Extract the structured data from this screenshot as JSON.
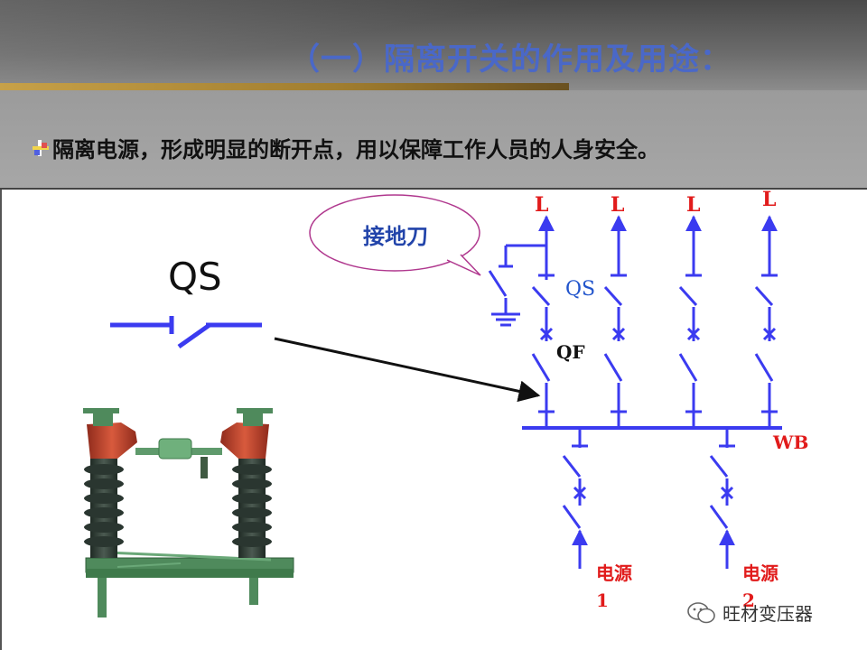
{
  "slide": {
    "title": "（一）隔离开关的作用及用途：",
    "bullet": "隔离电源，形成明显的断开点，用以保障工作人员的人身安全。"
  },
  "diagram": {
    "callout": "接地刀",
    "qs_symbol_label": "QS",
    "line_label": "L",
    "qs_label": "QS",
    "qf_label": "QF",
    "busbar_label": "WB",
    "source1": "电源1",
    "source2": "电源2"
  },
  "watermark": {
    "text": "旺材变压器"
  },
  "colors": {
    "circuit": "#3b3bf0",
    "label_red": "#e11b1b",
    "title_blue": "#4a68c8",
    "photo_insulator": "#2d3a33",
    "photo_cap": "#c8452f",
    "photo_base": "#4f8a5c"
  }
}
